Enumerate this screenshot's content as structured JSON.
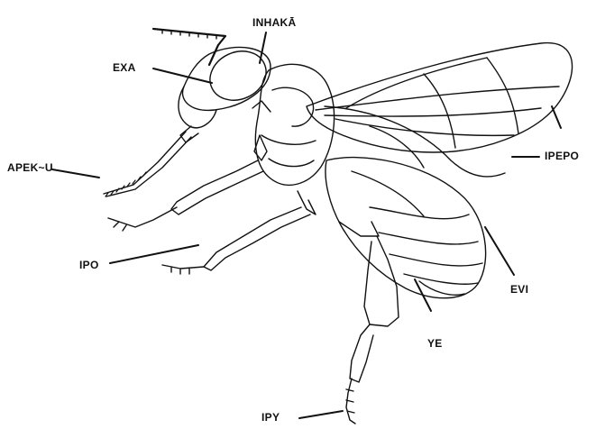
{
  "labels": {
    "inhaka": "INHAKĀ",
    "exa": "EXA",
    "apek_u": "APEK~U",
    "ipepo": "IPEPO",
    "ipo": "IPO",
    "evi": "EVI",
    "ye": "YE",
    "ipy": "IPY"
  },
  "colors": {
    "ink": "#111111",
    "background": "#ffffff"
  }
}
